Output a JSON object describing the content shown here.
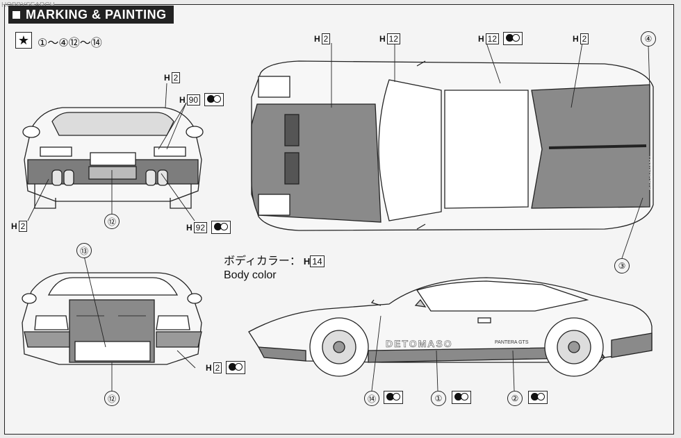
{
  "watermark": "HOBBYSEARCH",
  "header": {
    "title": "MARKING & PAINTING"
  },
  "star_note": {
    "icon": "star-icon",
    "range": "①〜④⑫〜⑭"
  },
  "body_color": {
    "jp": "ボディカラー：",
    "h": "H",
    "code": "14",
    "en": "Body color"
  },
  "callouts": {
    "rear_h2": {
      "h": "H",
      "code": "2"
    },
    "rear_h90": {
      "h": "H",
      "code": "90"
    },
    "rear_h2_bottom": {
      "h": "H",
      "code": "2"
    },
    "rear_h92": {
      "h": "H",
      "code": "92"
    },
    "top_h2_left": {
      "h": "H",
      "code": "2"
    },
    "top_h12_a": {
      "h": "H",
      "code": "12"
    },
    "top_h12_b": {
      "h": "H",
      "code": "12"
    },
    "top_h2_right": {
      "h": "H",
      "code": "2"
    },
    "front_h2": {
      "h": "H",
      "code": "2"
    }
  },
  "numbers": {
    "n12_rear": "⑫",
    "n4": "④",
    "n3": "③",
    "n13": "⑬",
    "n12_front": "⑫",
    "n14": "⑭",
    "n1": "①",
    "n2": "②"
  },
  "decals": {
    "side_name": "DETOMASO",
    "side_model": "PANTERA GTS",
    "top_model": "PANTERA GTS"
  }
}
